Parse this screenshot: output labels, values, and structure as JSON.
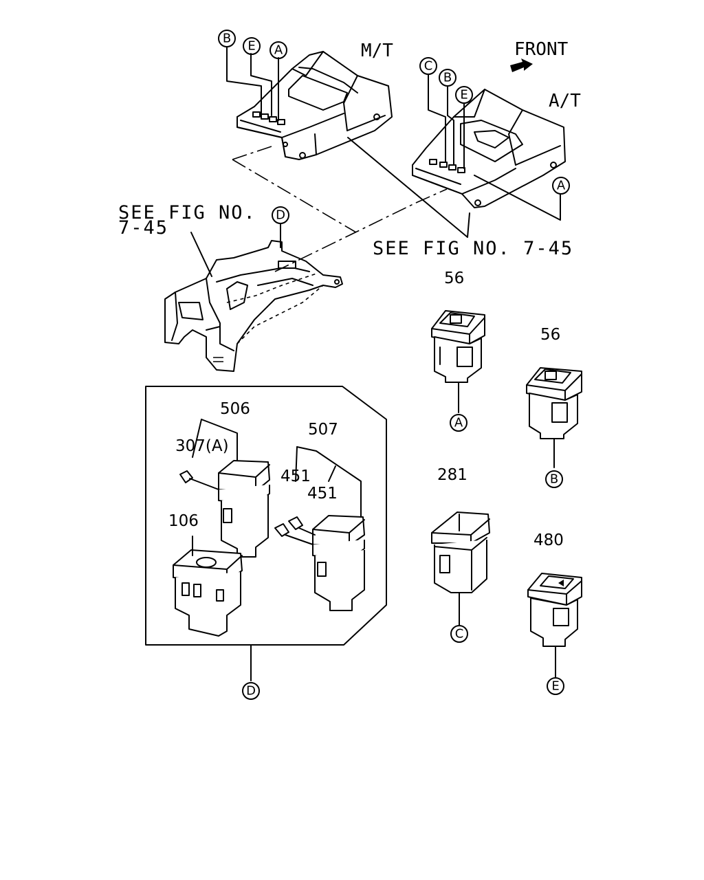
{
  "labels": {
    "mt": "M/T",
    "at": "A/T",
    "front": "FRONT",
    "see_fig_line1": "SEE FIG NO.",
    "see_fig_line2": "7-45",
    "see_fig_right": "SEE FIG NO. 7-45"
  },
  "callouts": {
    "a": "A",
    "b": "B",
    "c": "C",
    "d": "D",
    "e": "E"
  },
  "part_numbers": {
    "p56": "56",
    "p281": "281",
    "p480": "480",
    "p506": "506",
    "p507": "507",
    "p307a": "307(A)",
    "p451": "451",
    "p106": "106"
  }
}
